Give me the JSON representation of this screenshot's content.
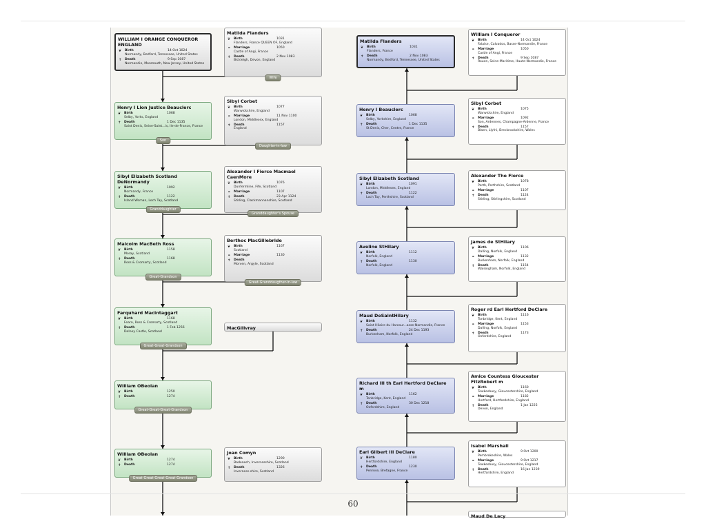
{
  "page_number": "60",
  "left_cards": [
    {
      "name": "WILLIAM I ORANGE CONQUEROR ENGLAND",
      "color": "grey",
      "selected": true,
      "events": [
        {
          "icon": "birth-icon",
          "label": "Birth",
          "date": "14 Oct 1024",
          "place": "Normandy, Bedford, Tennessee, United States"
        },
        {
          "icon": "death-icon",
          "label": "Death",
          "date": "9 Sep 1087",
          "place": "Normandie, Monmouth, New Jersey, United States"
        }
      ],
      "tag": ""
    },
    {
      "name": "Henry I Lion Justice Beauclerc",
      "color": "green",
      "events": [
        {
          "icon": "birth-icon",
          "label": "Birth",
          "date": "1068",
          "place": "Selby, Yorks, England"
        },
        {
          "icon": "death-icon",
          "label": "Death",
          "date": "1 Dec 1135",
          "place": "Saint Denis, Seine-Saint...is, Ile-de-France, France"
        }
      ],
      "tag": "Son"
    },
    {
      "name": "Sibyl Elizabeth Scotland DeNormandy",
      "color": "green",
      "events": [
        {
          "icon": "birth-icon",
          "label": "Birth",
          "date": "1092",
          "place": "Normandy, France"
        },
        {
          "icon": "death-icon",
          "label": "Death",
          "date": "1122",
          "place": "Island Woman, Loch Tay, Scotland"
        }
      ],
      "tag": "Granddaughter"
    },
    {
      "name": "Malcolm MacBeth Ross",
      "color": "green",
      "events": [
        {
          "icon": "birth-icon",
          "label": "Birth",
          "date": "1158",
          "place": "Moray, Scotland"
        },
        {
          "icon": "death-icon",
          "label": "Death",
          "date": "1168",
          "place": "Ross & Cromarty, Scotland"
        }
      ],
      "tag": "Great-Grandson"
    },
    {
      "name": "Farquhard MacIntaggart",
      "color": "green",
      "events": [
        {
          "icon": "birth-icon",
          "label": "Birth",
          "date": "1168",
          "place": "Fearn, Ross & Cromarty, Scotland"
        },
        {
          "icon": "death-icon",
          "label": "Death",
          "date": "1 Feb 1256",
          "place": "Delney Castle, Scotland"
        }
      ],
      "tag": "Great-Great-Grandson"
    },
    {
      "name": "William OBeolan",
      "color": "green",
      "events": [
        {
          "icon": "birth-icon",
          "label": "Birth",
          "date": "1250",
          "place": ""
        },
        {
          "icon": "death-icon",
          "label": "Death",
          "date": "1274",
          "place": ""
        }
      ],
      "tag": "Great-Great-Great-Grandson"
    },
    {
      "name": "William OBeolan",
      "color": "green",
      "events": [
        {
          "icon": "birth-icon",
          "label": "Birth",
          "date": "1274",
          "place": ""
        },
        {
          "icon": "death-icon",
          "label": "Death",
          "date": "1274",
          "place": ""
        }
      ],
      "tag": "Great-Great-Great-Great-Grandson"
    }
  ],
  "spouse_cards": [
    {
      "name": "Matilda Flanders",
      "color": "grey",
      "events": [
        {
          "icon": "birth-icon",
          "label": "Birth",
          "date": "1031",
          "place": "Flanders, France QUEEN OF, England"
        },
        {
          "icon": "marriage-icon",
          "label": "Marriage",
          "date": "1050",
          "place": "Castle of Angi, France"
        },
        {
          "icon": "death-icon",
          "label": "Death",
          "date": "2 Nov 1083",
          "place": "Bickleigh, Devon, England"
        }
      ],
      "tag": "Wife"
    },
    {
      "name": "Sibyl Corbet",
      "color": "grey",
      "events": [
        {
          "icon": "birth-icon",
          "label": "Birth",
          "date": "1077",
          "place": "Warwickshire, England"
        },
        {
          "icon": "marriage-icon",
          "label": "Marriage",
          "date": "11 Nov 1100",
          "place": "London, Middlesex, England"
        },
        {
          "icon": "death-icon",
          "label": "Death",
          "date": "1157",
          "place": "England"
        }
      ],
      "tag": "Daughter-in-law"
    },
    {
      "name": "Alexander I Fierce Macmael CaenMore",
      "color": "grey",
      "events": [
        {
          "icon": "birth-icon",
          "label": "Birth",
          "date": "1076",
          "place": "Dunfermline, Fife, Scotland"
        },
        {
          "icon": "marriage-icon",
          "label": "Marriage",
          "date": "1107",
          "place": ""
        },
        {
          "icon": "death-icon",
          "label": "Death",
          "date": "23 Apr 1124",
          "place": "Stirling, Clackmannanshire, Scotland"
        }
      ],
      "tag": "Granddaughter's Spouse"
    },
    {
      "name": "Berthoc MacGillebride",
      "color": "grey",
      "events": [
        {
          "icon": "birth-icon",
          "label": "Birth",
          "date": "1167",
          "place": "Scotland"
        },
        {
          "icon": "marriage-icon",
          "label": "Marriage",
          "date": "1130",
          "place": ""
        },
        {
          "icon": "death-icon",
          "label": "Death",
          "date": "",
          "place": "Morven, Argyle, Scotland"
        }
      ],
      "tag": "Great-Granddaugther-in-law"
    },
    {
      "name": "MacGillvray",
      "color": "grey",
      "events": [],
      "tag": ""
    },
    {
      "name": "Joan Comyn",
      "color": "grey",
      "events": [
        {
          "icon": "birth-icon",
          "label": "Birth",
          "date": "1290",
          "place": "Badenoch, Invernesshire, Scotland"
        },
        {
          "icon": "death-icon",
          "label": "Death",
          "date": "1326",
          "place": "Inverness-shire, Scotland"
        }
      ],
      "tag": ""
    }
  ],
  "right_cards": [
    {
      "name": "Matilda Flanders",
      "color": "blue",
      "selected": true,
      "events": [
        {
          "icon": "birth-icon",
          "label": "Birth",
          "date": "1031",
          "place": "Flanders, France"
        },
        {
          "icon": "death-icon",
          "label": "Death",
          "date": "2 Nov 1083",
          "place": "Normandy, Bedford, Tennessee, United States"
        }
      ]
    },
    {
      "name": "Henry I Beauclerc",
      "color": "blue",
      "events": [
        {
          "icon": "birth-icon",
          "label": "Birth",
          "date": "1068",
          "place": "Selby, Yorkshire, England"
        },
        {
          "icon": "death-icon",
          "label": "Death",
          "date": "1 Dec 1135",
          "place": "St Denis, Cher, Centre, France"
        }
      ]
    },
    {
      "name": "Sibyl Elizabeth Scotland",
      "color": "blue",
      "events": [
        {
          "icon": "birth-icon",
          "label": "Birth",
          "date": "1091",
          "place": "London, Middlesex, England"
        },
        {
          "icon": "death-icon",
          "label": "Death",
          "date": "1122",
          "place": "Loch Tay, Perthshire, Scotland"
        }
      ]
    },
    {
      "name": "Aveline StHilary",
      "color": "blue",
      "events": [
        {
          "icon": "birth-icon",
          "label": "Birth",
          "date": "1112",
          "place": "Norfolk, England"
        },
        {
          "icon": "death-icon",
          "label": "Death",
          "date": "1130",
          "place": "Norfolk, England"
        }
      ]
    },
    {
      "name": "Maud DeSaintHilary",
      "color": "blue",
      "events": [
        {
          "icon": "birth-icon",
          "label": "Birth",
          "date": "1132",
          "place": "Saint Hilaire du Harcour...asse-Normandie, France"
        },
        {
          "icon": "death-icon",
          "label": "Death",
          "date": "24 Dec 1193",
          "place": "Burkenham, Norfolk, England"
        }
      ]
    },
    {
      "name": "Richard III th Earl Hertford DeClare m",
      "color": "blue",
      "events": [
        {
          "icon": "birth-icon",
          "label": "Birth",
          "date": "1162",
          "place": "Tonbridge, Kent, England"
        },
        {
          "icon": "death-icon",
          "label": "Death",
          "date": "30 Dec 1218",
          "place": "Oxfordshire, England"
        }
      ]
    },
    {
      "name": "Earl Gilbert III DeClare",
      "color": "blue",
      "events": [
        {
          "icon": "birth-icon",
          "label": "Birth",
          "date": "1180",
          "place": "Hertfordshire, England"
        },
        {
          "icon": "death-icon",
          "label": "Death",
          "date": "1230",
          "place": "Penrose, Bretagne, France"
        }
      ]
    }
  ],
  "far_right_cards": [
    {
      "name": "William I Conqueror",
      "color": "plain",
      "events": [
        {
          "icon": "birth-icon",
          "label": "Birth",
          "date": "14 Oct 1024",
          "place": "Falaise, Calvados, Basse-Normandie, France"
        },
        {
          "icon": "marriage-icon",
          "label": "Marriage",
          "date": "1050",
          "place": "Castle of Angi, France"
        },
        {
          "icon": "death-icon",
          "label": "Death",
          "date": "9 Sep 1087",
          "place": "Rouen, Seine-Maritime, Haute-Normandie, France"
        }
      ]
    },
    {
      "name": "Sibyl Corbet",
      "color": "plain",
      "events": [
        {
          "icon": "birth-icon",
          "label": "Birth",
          "date": "1075",
          "place": "Warwickshire, England"
        },
        {
          "icon": "marriage-icon",
          "label": "Marriage",
          "date": "1092",
          "place": "Son, Ardennes, Champagne-Ardenne, France"
        },
        {
          "icon": "death-icon",
          "label": "Death",
          "date": "1157",
          "place": "Blaen, Llyfni, Brecknockshire, Wales"
        }
      ]
    },
    {
      "name": "Alexander The Fierce",
      "color": "plain",
      "events": [
        {
          "icon": "birth-icon",
          "label": "Birth",
          "date": "1078",
          "place": "Perth, Perthshire, Scotland"
        },
        {
          "icon": "marriage-icon",
          "label": "Marriage",
          "date": "1107",
          "place": ""
        },
        {
          "icon": "death-icon",
          "label": "Death",
          "date": "1124",
          "place": "Stirling, Stirlingshire, Scotland"
        }
      ]
    },
    {
      "name": "James de StHilary",
      "color": "plain",
      "events": [
        {
          "icon": "birth-icon",
          "label": "Birth",
          "date": "1106",
          "place": "Dalling, Norfolk, England"
        },
        {
          "icon": "marriage-icon",
          "label": "Marriage",
          "date": "1132",
          "place": "Burkenham, Norfolk, England"
        },
        {
          "icon": "death-icon",
          "label": "Death",
          "date": "1154",
          "place": "Walsingham, Norfolk, England"
        }
      ]
    },
    {
      "name": "Roger rd Earl Hertford DeClare",
      "color": "plain",
      "events": [
        {
          "icon": "birth-icon",
          "label": "Birth",
          "date": "1116",
          "place": "Tonbridge, Kent, England"
        },
        {
          "icon": "marriage-icon",
          "label": "Marriage",
          "date": "1153",
          "place": "Dalling, Norfolk, England"
        },
        {
          "icon": "death-icon",
          "label": "Death",
          "date": "1173",
          "place": "Oxfordshire, England"
        }
      ]
    },
    {
      "name": "Amice Countess Gloucester FitzRobert m",
      "color": "plain",
      "events": [
        {
          "icon": "birth-icon",
          "label": "Birth",
          "date": "1160",
          "place": "Tewkesbury, Gloucestershire, England"
        },
        {
          "icon": "marriage-icon",
          "label": "Marriage",
          "date": "1182",
          "place": "Hertford, Hertfordshire, England"
        },
        {
          "icon": "death-icon",
          "label": "Death",
          "date": "1 Jan 1225",
          "place": "Devon, England"
        }
      ]
    },
    {
      "name": "Isabel Marshall",
      "color": "plain",
      "events": [
        {
          "icon": "birth-icon",
          "label": "Birth",
          "date": "9 Oct 1200",
          "place": "Pembrokeshire, Wales"
        },
        {
          "icon": "marriage-icon",
          "label": "Marriage",
          "date": "9 Oct 1217",
          "place": "Tewkesbury, Gloucestershire, England"
        },
        {
          "icon": "death-icon",
          "label": "Death",
          "date": "16 Jan 1239",
          "place": "Hertfordshire, England"
        }
      ]
    },
    {
      "name": "Maud De Lacy",
      "color": "plain",
      "events": []
    }
  ]
}
